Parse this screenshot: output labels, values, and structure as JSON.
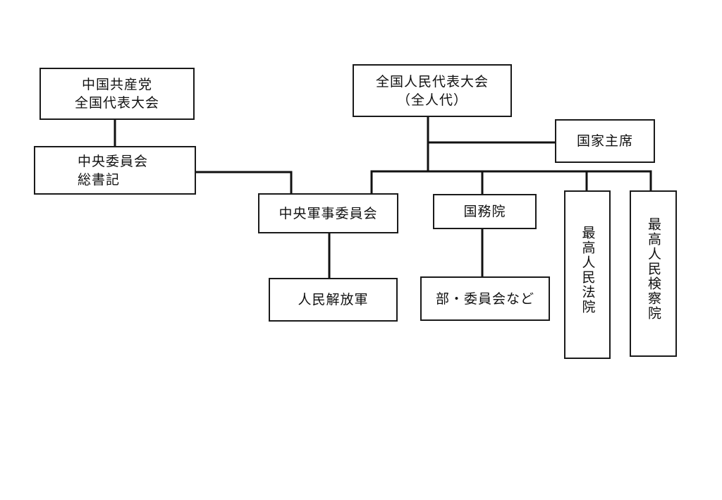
{
  "nodes": {
    "ccp_congress": {
      "line1": "中国共産党",
      "line2": "全国代表大会"
    },
    "central_committee": {
      "line1": "中央委員会",
      "line2": "総書記"
    },
    "npc": {
      "line1": "全国人民代表大会",
      "line2": "（全人代）"
    },
    "president": {
      "label": "国家主席"
    },
    "central_military_commission": {
      "label": "中央軍事委員会"
    },
    "pla": {
      "label": "人民解放軍"
    },
    "state_council": {
      "label": "国務院"
    },
    "ministries": {
      "label": "部・委員会など"
    },
    "supreme_court": {
      "label": "最高人民法院"
    },
    "supreme_procuratorate": {
      "label": "最高人民検察院"
    }
  },
  "edges": [
    [
      "ccp_congress",
      "central_committee"
    ],
    [
      "central_committee",
      "central_military_commission"
    ],
    [
      "npc",
      "president"
    ],
    [
      "npc",
      "central_military_commission"
    ],
    [
      "npc",
      "state_council"
    ],
    [
      "npc",
      "supreme_court"
    ],
    [
      "npc",
      "supreme_procuratorate"
    ],
    [
      "central_military_commission",
      "pla"
    ],
    [
      "state_council",
      "ministries"
    ]
  ]
}
